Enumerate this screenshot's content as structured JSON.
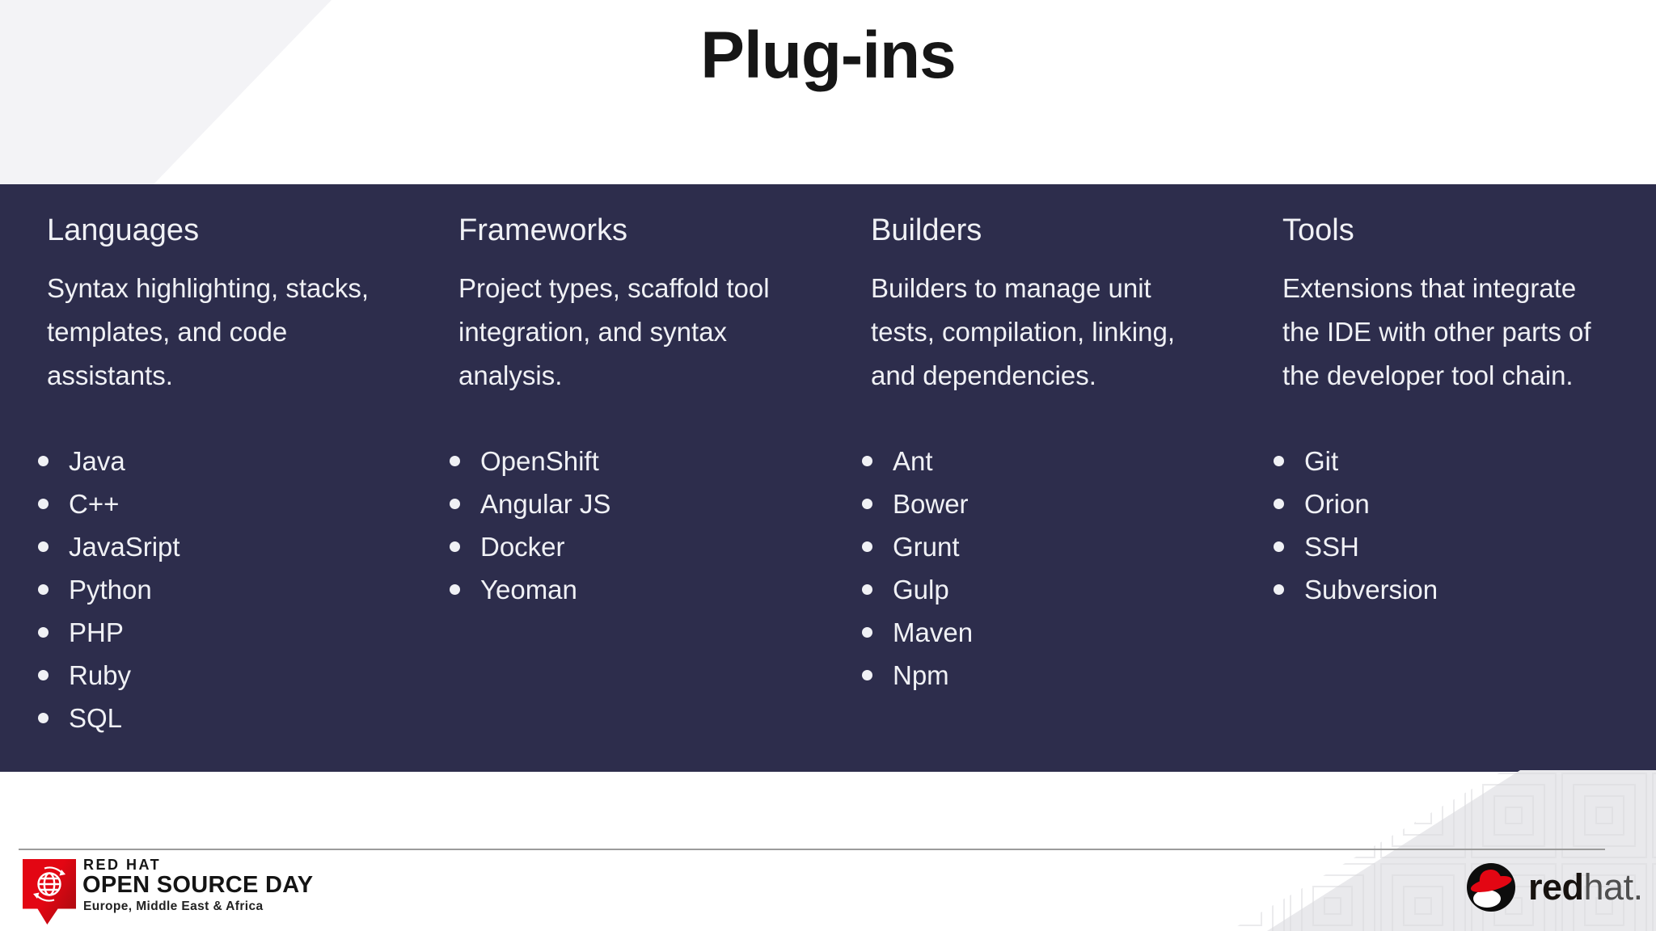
{
  "slide": {
    "title": "Plug-ins",
    "columns": [
      {
        "header": "Languages",
        "desc_lines": [
          "Syntax highlighting, stacks,",
          "templates, and code",
          "assistants."
        ],
        "items": [
          "Java",
          "C++",
          "JavaSript",
          "Python",
          "PHP",
          "Ruby",
          "SQL"
        ]
      },
      {
        "header": "Frameworks",
        "desc_lines": [
          "Project types, scaffold tool",
          "integration, and syntax",
          "analysis."
        ],
        "items": [
          "OpenShift",
          "Angular JS",
          "Docker",
          "Yeoman"
        ]
      },
      {
        "header": "Builders",
        "desc_lines": [
          "Builders to manage unit",
          "tests, compilation, linking,",
          "and dependencies."
        ],
        "items": [
          "Ant",
          "Bower",
          "Grunt",
          "Gulp",
          "Maven",
          "Npm"
        ]
      },
      {
        "header": "Tools",
        "desc_lines": [
          "Extensions that integrate",
          "the IDE with other parts of",
          "the developer tool chain."
        ],
        "items": [
          "Git",
          "Orion",
          "SSH",
          "Subversion"
        ]
      }
    ]
  },
  "footer": {
    "event_logo": {
      "icon": "globe-icon",
      "brand": "RED HAT",
      "event": "OPEN SOURCE DAY",
      "region": "Europe, Middle East & Africa"
    },
    "redhat_logo": {
      "icon": "redhat-shadowman-icon",
      "word_bold": "red",
      "word_light": "hat."
    }
  },
  "colors": {
    "band_navy": "#2d2d4c",
    "band_text": "#f0f1f5",
    "title_text": "#161616",
    "redhat_red": "#e30613",
    "divider_gray": "#9b9b9b",
    "decoration_gray": "#f3f3f6"
  }
}
